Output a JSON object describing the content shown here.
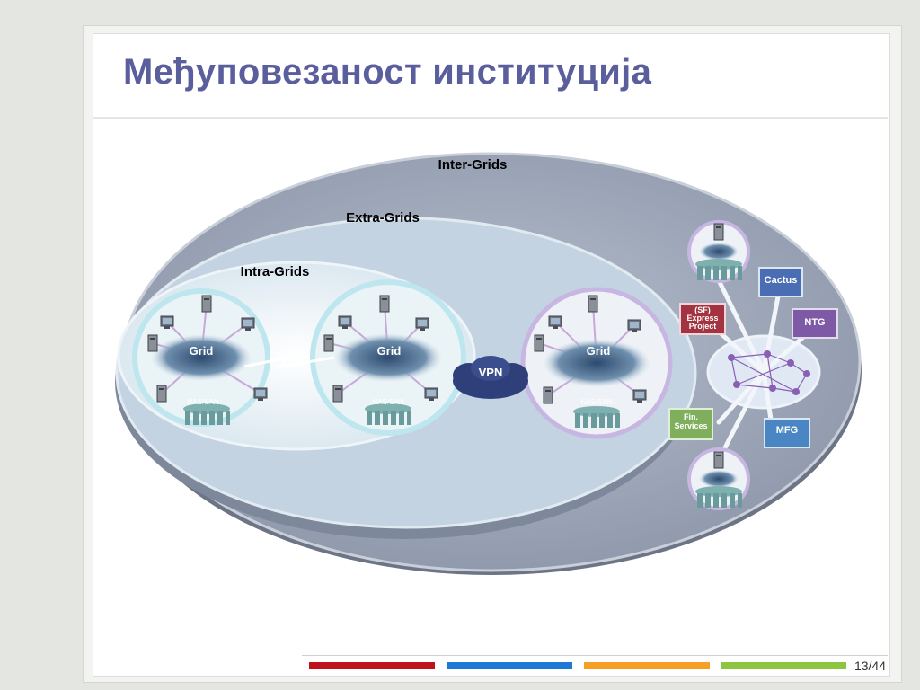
{
  "slide": {
    "title": "Међуповезаност институција",
    "page_number": "13/44"
  },
  "diagram": {
    "inter_label": "Inter-Grids",
    "extra_label": "Extra-Grids",
    "intra_label": "Intra-Grids",
    "vpn_label": "VPN",
    "grid_label": "Grid",
    "storage_label": "NAS/SAN",
    "boxes": {
      "cactus": "Cactus",
      "ntg": "NTG",
      "sf_line1": "(SF)",
      "sf_line2": "Express",
      "sf_line3": "Project",
      "fin_line1": "Fin.",
      "fin_line2": "Services",
      "mfg": "MFG"
    }
  },
  "colors": {
    "title": "#5b5e9c",
    "outer_ellipse": "#9aa4b6",
    "middle_ellipse": "#c3d3e2",
    "inner_ellipse": "#e6eff5",
    "bar_red": "#c0121d",
    "bar_blue": "#1d78d6",
    "bar_orange": "#f5a025",
    "bar_green": "#8cc63f"
  }
}
